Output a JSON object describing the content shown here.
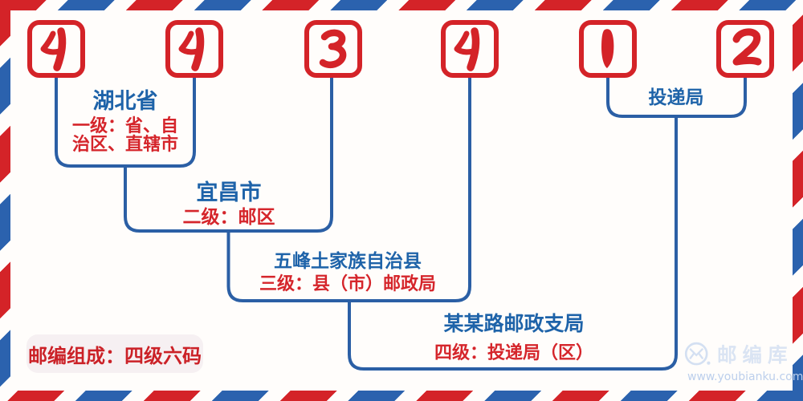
{
  "postal_code": {
    "digits": [
      "4",
      "4",
      "3",
      "4",
      "1",
      "2"
    ]
  },
  "levels": [
    {
      "name": "湖北省",
      "desc_lines": [
        "一级：省、自",
        "治区、直辖市"
      ]
    },
    {
      "name": "宜昌市",
      "desc_lines": [
        "二级：邮区"
      ]
    },
    {
      "name": "五峰土家族自治县",
      "desc_lines": [
        "三级：县（市）邮政局"
      ]
    },
    {
      "name": "某某路邮政支局",
      "desc_lines": [
        "四级：投递局（区）"
      ]
    },
    {
      "name": "投递局",
      "desc_lines": []
    }
  ],
  "footer": {
    "composition_note": "邮编组成：四级六码"
  },
  "watermark": {
    "site_name": "邮编库",
    "site_url": "www.youbianku.com"
  },
  "colors": {
    "digit_red": "#d42328",
    "line_blue": "#2b5fa5",
    "label_blue": "#1e63a9",
    "text_red": "#d5252b"
  }
}
